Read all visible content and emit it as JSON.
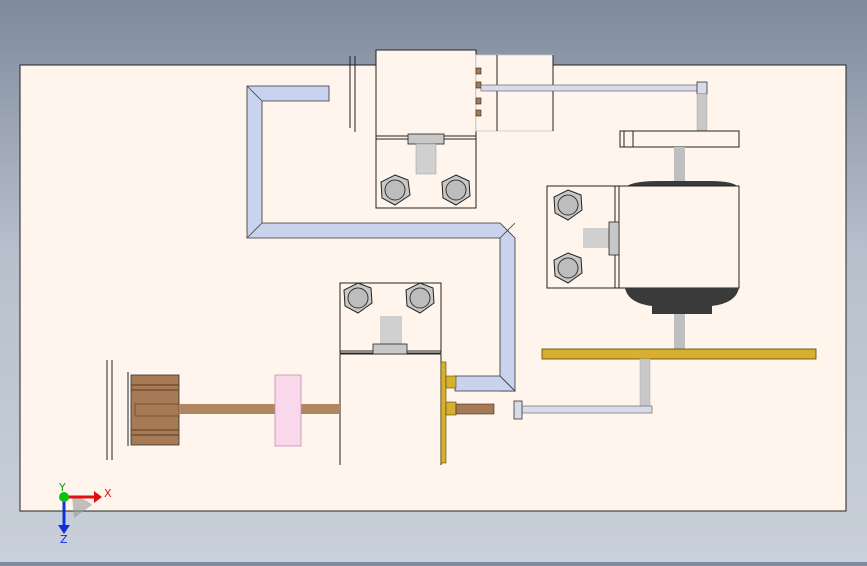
{
  "viewport": {
    "background_top": "#7f8a9c",
    "background_bottom": "#c9d0da",
    "sheet_color": "#fff5ec"
  },
  "axis_triad": {
    "x_label": "X",
    "y_label": "Y",
    "z_label": "Z",
    "x_color": "#e01010",
    "y_color": "#10c010",
    "z_color": "#1030e0"
  },
  "colors": {
    "duct": "#c9d3ee",
    "bronze": "#a57a55",
    "gold": "#d8b030",
    "pink_disc": "#f8d8ea",
    "bolt": "#c8c8c8",
    "shaft_grey": "#c8c8c8",
    "cylinder_dark": "#3a3a3a",
    "rod_blue": "#b8c0d8"
  }
}
